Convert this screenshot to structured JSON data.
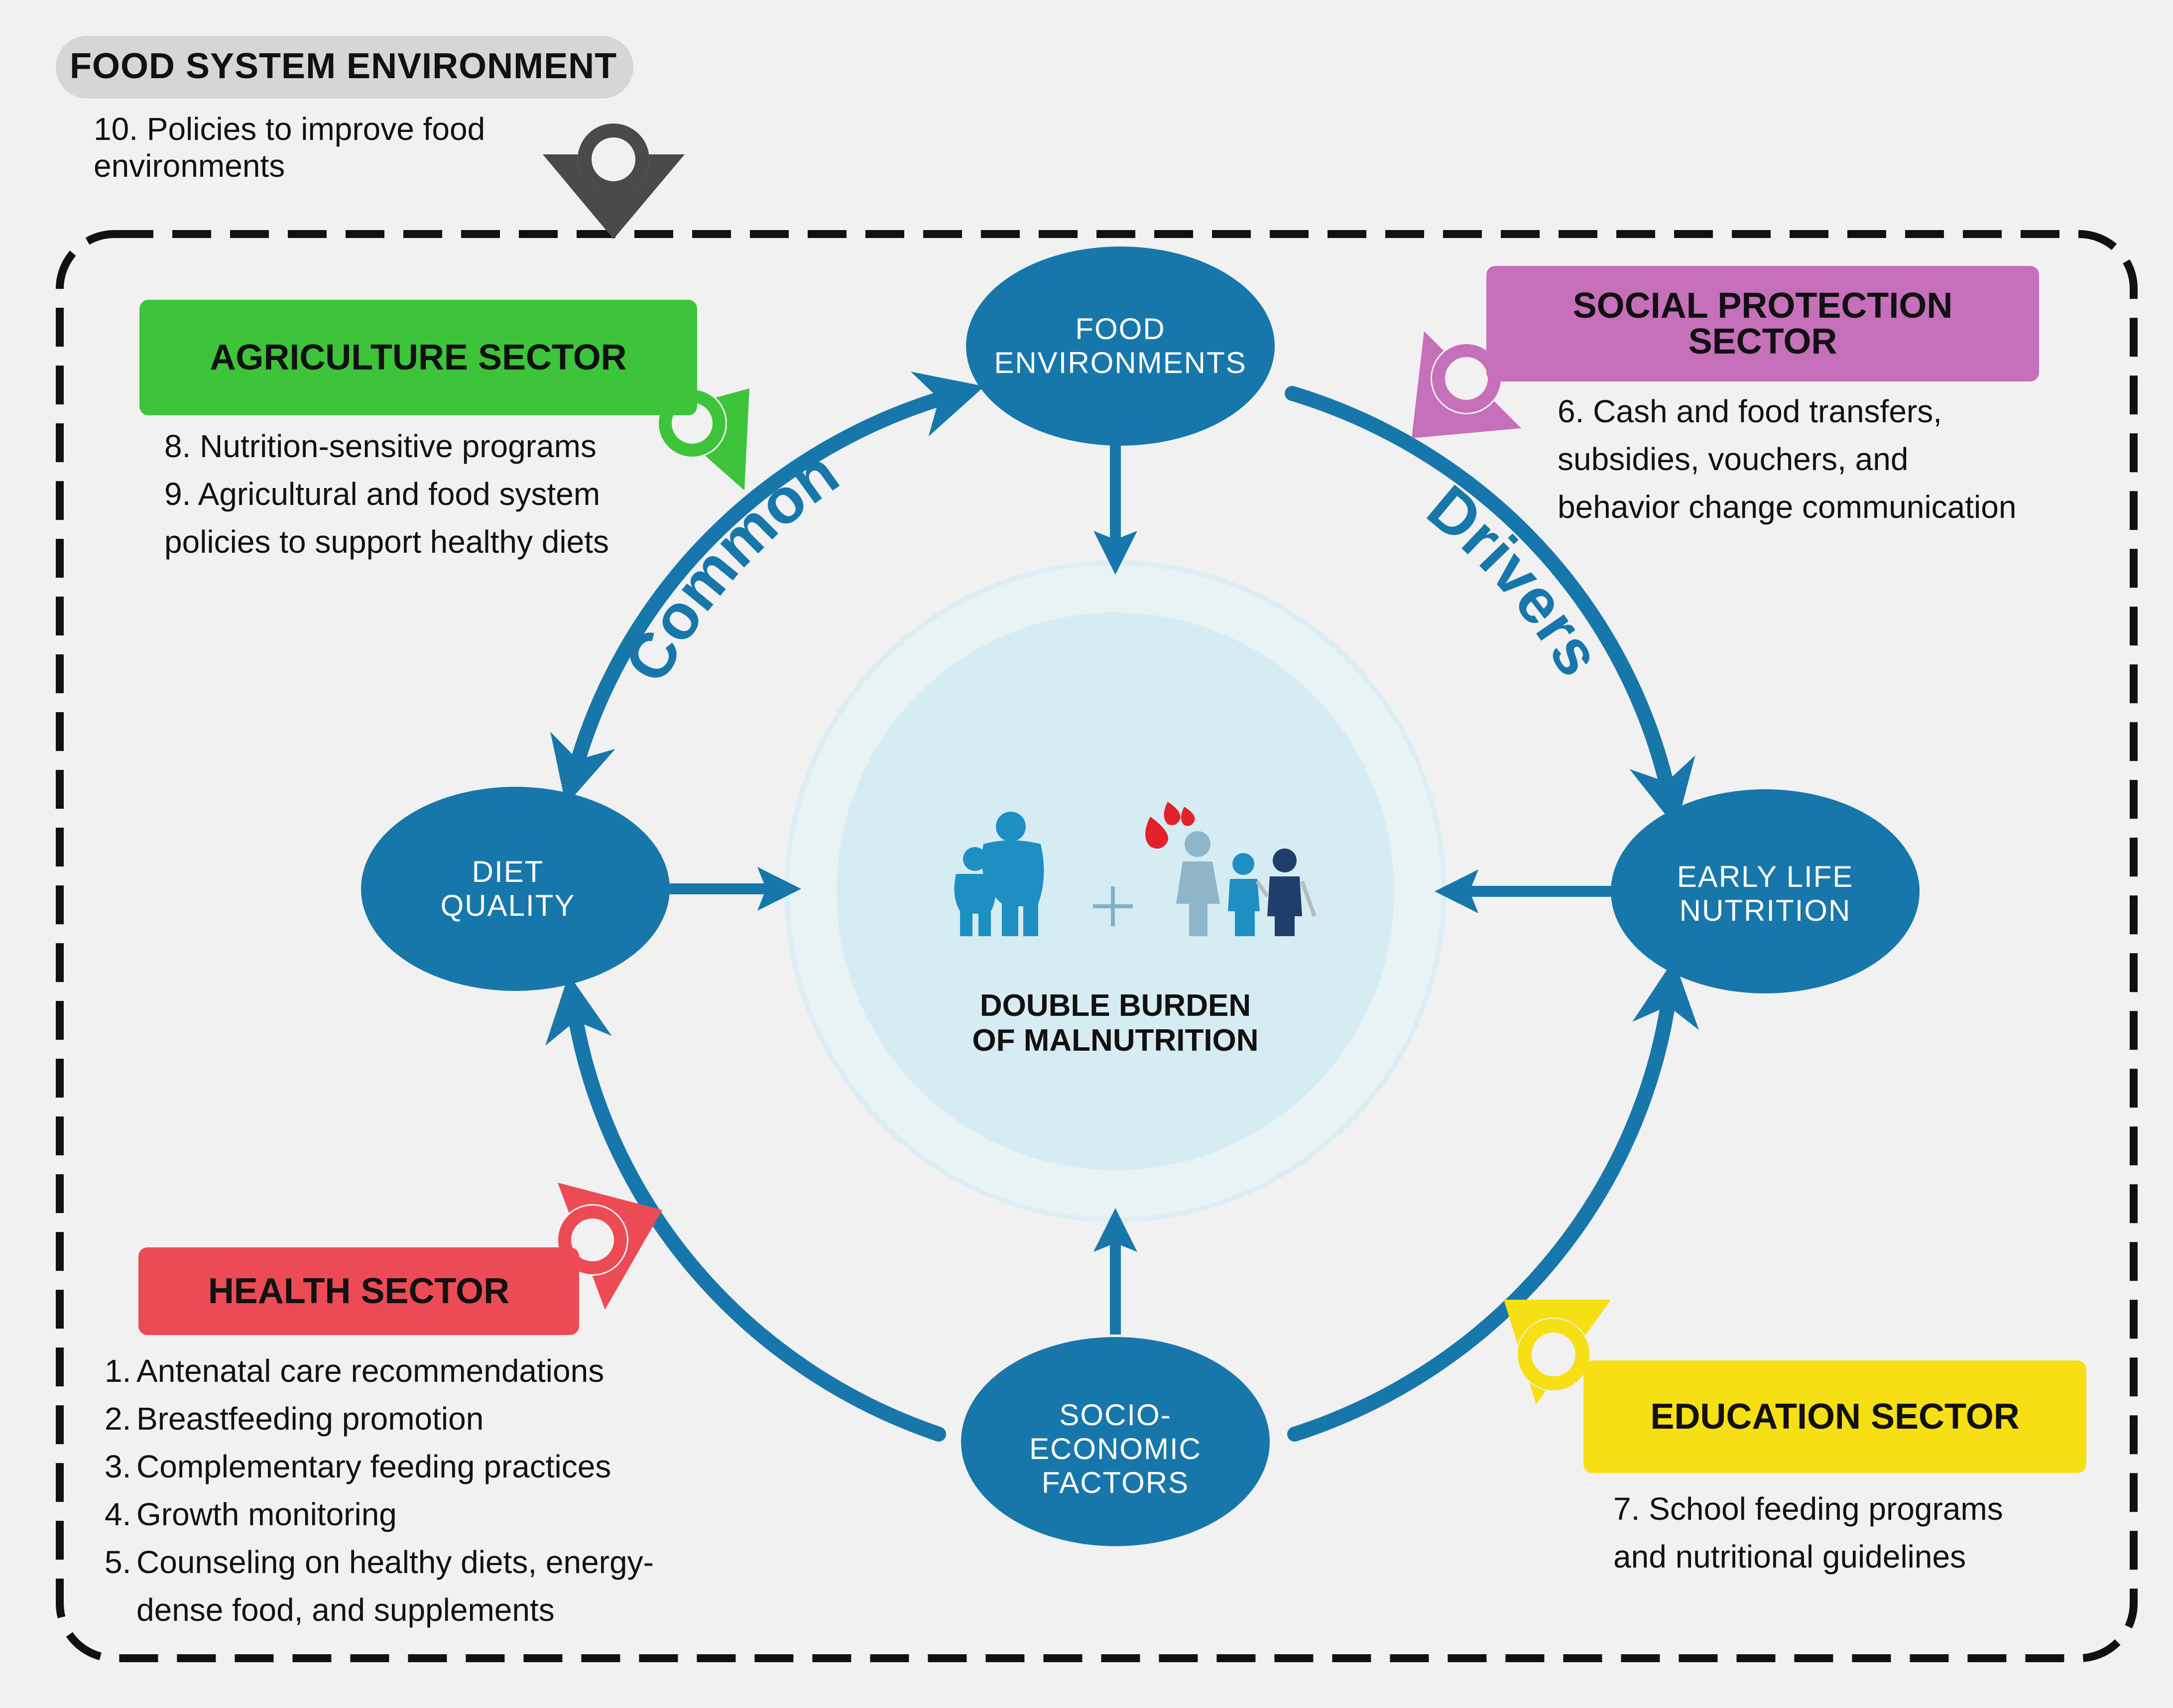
{
  "header": {
    "title": "FOOD SYSTEM ENVIRONMENT",
    "policy": "10. Policies to improve food environments"
  },
  "cycle": {
    "label_left": "Common",
    "label_right": "Drivers",
    "nodes": {
      "top": "FOOD\nENVIRONMENTS",
      "left": "DIET\nQUALITY",
      "right": "EARLY LIFE\nNUTRITION",
      "bottom": "SOCIO-\nECONOMIC\nFACTORS"
    },
    "center": "DOUBLE BURDEN\nOF MALNUTRITION"
  },
  "sectors": {
    "agriculture": {
      "title": "AGRICULTURE SECTOR",
      "items": [
        "8. Nutrition-sensitive programs",
        "9. Agricultural and food system",
        "policies to support healthy diets"
      ]
    },
    "social": {
      "title": "SOCIAL PROTECTION\nSECTOR",
      "items": [
        "6. Cash and food transfers,",
        "subsidies, vouchers, and",
        "behavior change communication"
      ]
    },
    "health": {
      "title": "HEALTH SECTOR",
      "items": [
        {
          "num": "1.",
          "text": "Antenatal care recommendations"
        },
        {
          "num": "2.",
          "text": "Breastfeeding promotion"
        },
        {
          "num": "3.",
          "text": "Complementary feeding practices"
        },
        {
          "num": "4.",
          "text": "Growth monitoring"
        },
        {
          "num": "5.",
          "text": "Counseling on healthy diets, energy-"
        },
        {
          "num": "",
          "text": "dense food, and supplements"
        }
      ]
    },
    "education": {
      "title": "EDUCATION SECTOR",
      "items": [
        "7. School feeding programs",
        "and nutritional guidelines"
      ]
    }
  },
  "colors": {
    "cycle_blue": "#1777ab",
    "agriculture": "#3ec43b",
    "social": "#c66fba",
    "health": "#ec4b55",
    "education": "#f6df14",
    "center_fill": "#d6ecf3",
    "marker_dark": "#4a4a4a"
  }
}
